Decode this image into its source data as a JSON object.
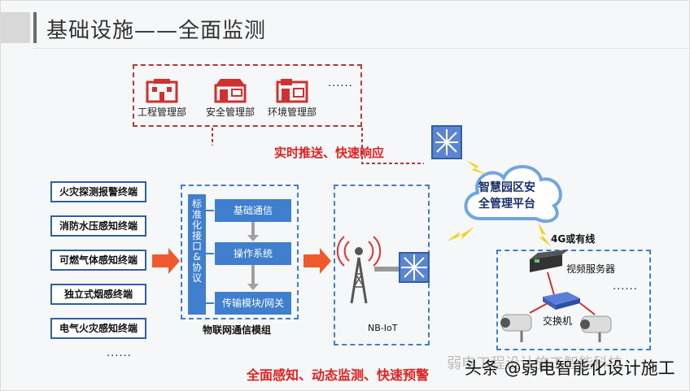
{
  "title": "基础设施——全面监测",
  "departments": [
    {
      "label": "工程管理部",
      "icon": "building-icon"
    },
    {
      "label": "安全管理部",
      "icon": "shop-icon"
    },
    {
      "label": "环境管理部",
      "icon": "shop-icon"
    }
  ],
  "dept_more": "......",
  "push_text": "实时推送、快速响应",
  "terminals": [
    "火灾探测报警终端",
    "消防水压感知终端",
    "可燃气体感知终端",
    "独立式烟感终端",
    "电气火灾感知终端"
  ],
  "terminals_more": "......",
  "iot_side_label": "标准化接口&协议",
  "modules": [
    "基础通信",
    "操作系统",
    "传输模块/网关"
  ],
  "iot_caption": "物联网通信模组",
  "nbiot_caption": "NB-IoT",
  "cloud_text": "智慧园区安全管理平台",
  "link_text": "4G或有线",
  "video_server": "视频服务器",
  "video_more": "......",
  "switch_label": "交换机",
  "bottom_text": "全面感知、动态监测、快速预警",
  "watermark_faint": "弱电工程设计施工智能科技",
  "watermark": "头条 @弱电智能化设计施工",
  "colors": {
    "red": "#e02020",
    "blue": "#3f7fcd",
    "border_blue": "#2e5fa8"
  }
}
